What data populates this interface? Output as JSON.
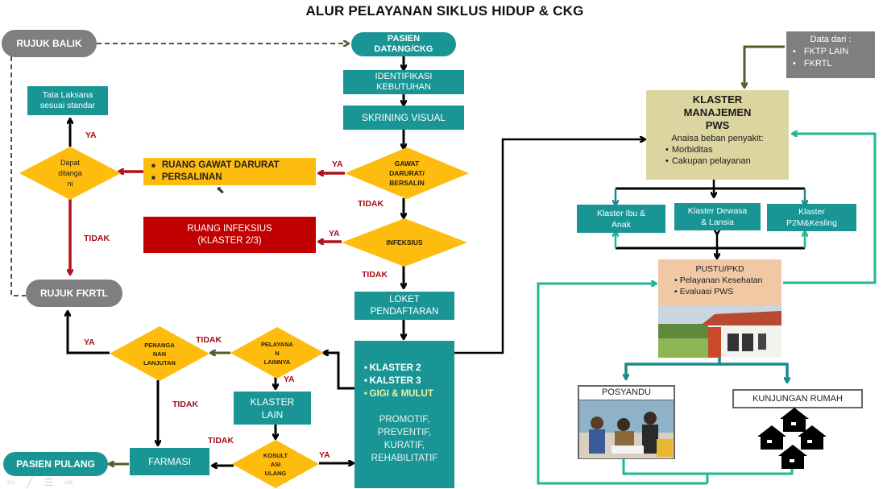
{
  "title": "ALUR PELAYANAN SIKLUS HIDUP & CKG",
  "colors": {
    "teal": "#1a9595",
    "yellow": "#fdbc0e",
    "red": "#c00000",
    "gray": "#7f7f7f",
    "cream": "#ddd5a0",
    "peach": "#f0c9a4",
    "label_red": "#a50d17",
    "green_line": "#1fb893",
    "olive": "#4f5f28"
  },
  "nodes": {
    "rujuk_balik": "RUJUK BALIK",
    "pasien_datang": [
      "PASIEN",
      "DATANG/CKG"
    ],
    "identifikasi": [
      "IDENTIFIKASI",
      "KEBUTUHAN"
    ],
    "skrining": "SKRINING VISUAL",
    "gawat": [
      "GAWAT",
      "DARURAT/",
      "BERSALIN"
    ],
    "ruang_gawat": [
      "RUANG GAWAT  DARURAT",
      "PERSALINAN"
    ],
    "dapat_ditangani": [
      "Dapat",
      "ditanga",
      "ni"
    ],
    "tata_laksana": [
      "Tata Laksana",
      "sesuai standar"
    ],
    "ruang_infeksius": [
      "RUANG INFEKSIUS",
      "(KLASTER 2/3)"
    ],
    "infeksius": "INFEKSIUS",
    "rujuk_fkrtl": "RUJUK FKRTL",
    "loket": [
      "LOKET",
      "PENDAFTARAN"
    ],
    "klaster_main": {
      "items": [
        "KLASTER 2",
        "KALSTER 3",
        "GIGI & MULUT"
      ],
      "services": [
        "PROMOTIF,",
        "PREVENTIF,",
        "KURATIF,",
        "REHABILITATIF"
      ]
    },
    "pelayanan_lainnya": [
      "PELAYANA",
      "N",
      "LAINNYA"
    ],
    "penanganan_lanjutan": [
      "PENANGA",
      "NAN",
      "LANJUTAN"
    ],
    "klaster_lain": [
      "KLASTER",
      "LAIN"
    ],
    "konsultasi_ulang": [
      "KOSULT",
      "ASI",
      "ULANG"
    ],
    "farmasi": "FARMASI",
    "pasien_pulang": "PASIEN PULANG",
    "data_dari": {
      "heading": "Data dari :",
      "items": [
        "FKTP LAIN",
        "FKRTL"
      ]
    },
    "klaster_manajemen": {
      "title": [
        "KLASTER",
        "MANAJEMEN",
        "PWS"
      ],
      "subtitle": "Anaisa beban penyakit:",
      "items": [
        "Morbiditas",
        "Cakupan pelayanan"
      ]
    },
    "klaster_ibu_anak": [
      "Klaster Ibu &",
      "Anak"
    ],
    "klaster_dewasa": [
      "Klaster Dewasa",
      "& Lansia"
    ],
    "klaster_p2m": [
      "Klaster",
      "P2M&Kesling"
    ],
    "pustu": {
      "title": "PUSTU/PKD",
      "items": [
        "Pelayanan Kesehatan",
        "Evaluasi PWS"
      ]
    },
    "posyandu": "POSYANDU",
    "kunjungan_rumah": "KUNJUNGAN RUMAH"
  },
  "labels": {
    "ya": "YA",
    "tidak": "TIDAK"
  },
  "nav_icons": [
    "prev-slide-icon",
    "pen-icon",
    "menu-icon",
    "next-slide-icon"
  ]
}
